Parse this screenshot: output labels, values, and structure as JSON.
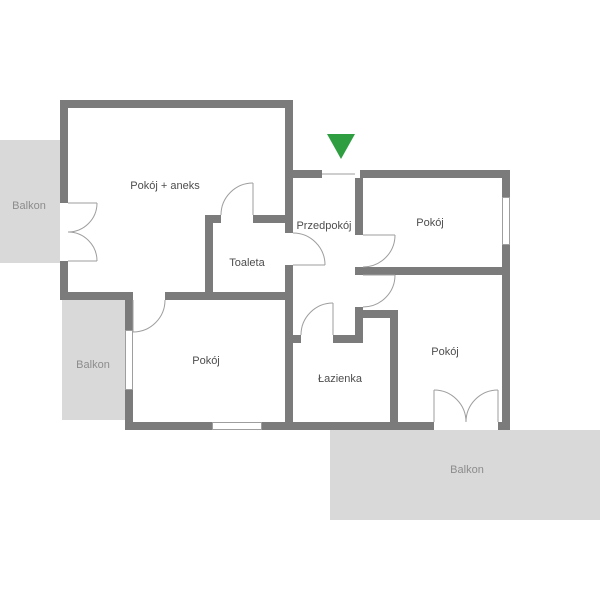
{
  "labels": {
    "room_main": "Pokój + aneks",
    "hallway": "Przedpokój",
    "toilet": "Toaleta",
    "room_top_right": "Pokój",
    "room_bottom_left": "Pokój",
    "bathroom": "Łazienka",
    "room_bottom_right": "Pokój",
    "balcony_top_left": "Balkon",
    "balcony_mid_left": "Balkon",
    "balcony_bottom_right": "Balkon"
  },
  "colors": {
    "wall": "#7b7b7b",
    "balcony": "#d9d9d9",
    "door_line": "#9e9e9e",
    "room_label": "#4d4d4d",
    "balcony_label": "#8c8c8c",
    "entrance_marker": "#2f9e41"
  }
}
